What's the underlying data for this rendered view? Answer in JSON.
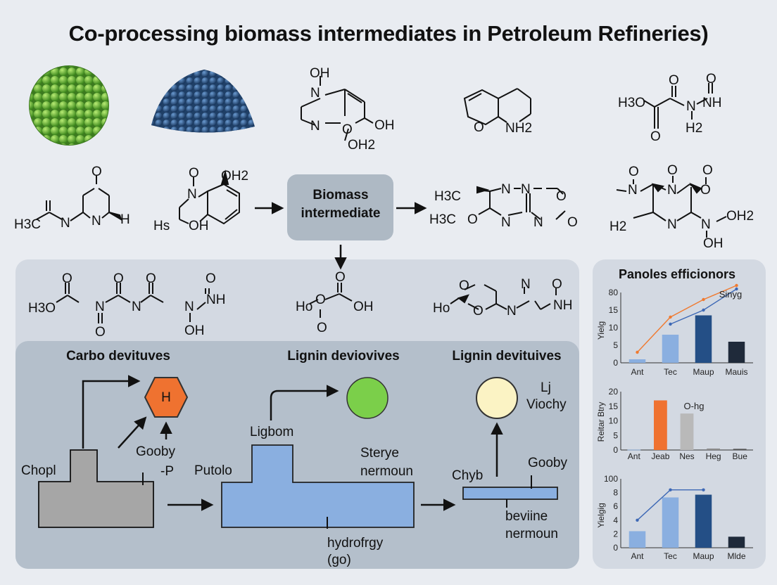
{
  "title": "Co-processing biomass intermediates in Petroleum Refineries)",
  "colors": {
    "background": "#e9ecf1",
    "panel": "#d2d8e1",
    "inner_panel": "#b5c0cc",
    "green_sphere": "#7bc043",
    "blue_sphere": "#2f5a85",
    "orange": "#ef7230",
    "light_blue": "#8aafe0",
    "dark_blue": "#244f86",
    "navy": "#1f2a3a",
    "yellow_circle": "#fbf3c4"
  },
  "molecules": {
    "m1": {
      "oh": "OH",
      "nh": "N",
      "n": "N",
      "oh2": "OH",
      "och": "OH2"
    },
    "m2": {
      "o": "O",
      "nh2": "NH2"
    },
    "m3": {
      "h3o": "H3O",
      "o1": "O",
      "o2": "O",
      "n": "N",
      "nh": "NH",
      "h2": "H2",
      "o3": "O"
    },
    "m4": {
      "o": "O",
      "h3c": "H3C",
      "n1": "N",
      "n2": "N",
      "h": "H"
    },
    "m5": {
      "o": "O",
      "oh2": "OH2",
      "n": "N",
      "h": "Hs",
      "oh": "OH"
    },
    "m6": {
      "h3c1": "H3C",
      "h3c2": "H3C",
      "n1": "N",
      "n2": "N",
      "o1": "O",
      "o2": "O",
      "n3": "N",
      "o3": "O"
    },
    "m7": {
      "o1": "O",
      "o2": "O",
      "o3": "O",
      "n1": "N",
      "n2": "N",
      "n3": "N",
      "o4": "O",
      "oh2": "OH2",
      "h2": "H2",
      "oh": "OH"
    },
    "m8": {
      "h3o": "H3O",
      "o1": "O",
      "o2": "O",
      "o3": "O",
      "n1": "N",
      "n2": "N",
      "o4": "O",
      "n3": "N",
      "nh": "NH",
      "oh": "OH"
    },
    "m9": {
      "ho": "Ho",
      "o1": "O",
      "o2": "O",
      "oh": "OH",
      "o3": "O"
    },
    "m10": {
      "ho": "Ho",
      "o1": "O",
      "o2": "O",
      "n1": "N",
      "n2": "N",
      "o3": "O",
      "nh": "NH"
    }
  },
  "center_box": {
    "line1": "Biomass",
    "line2": "intermediate"
  },
  "bottom": {
    "hdr1": "Carbo devituves",
    "hdr2": "Lignin deviovives",
    "hdr3": "Lignin devituives",
    "hex_label": "H",
    "chopl": "Chopl",
    "gooby1": "Gooby",
    "gooby1_sub": "-P",
    "putolo": "Putolo",
    "ligbom": "Ligbom",
    "sterye": "Sterye",
    "nermoun1": "nermoun",
    "hydro": "hydrofrgy",
    "go": "(go)",
    "chyb": "Chyb",
    "gooby2": "Gooby",
    "beviine": "beviine",
    "nermoun2": "nermoun",
    "lj": "Lj",
    "viochy": "Viochy"
  },
  "side_panel": {
    "title": "Panoles efficionors"
  },
  "chart_data": [
    {
      "type": "bar",
      "categories": [
        "Ant",
        "Tec",
        "Maup",
        "Mauis"
      ],
      "values": [
        1,
        8,
        13.5,
        6
      ],
      "line_series": [
        {
          "name": "",
          "values": [
            3,
            13,
            18,
            22
          ],
          "color": "#f07a30"
        },
        {
          "name": "",
          "values": [
            null,
            11,
            15,
            21
          ],
          "color": "#3d68b5"
        }
      ],
      "ylabel": "Yielg",
      "yticks": [
        "80",
        "15",
        "10",
        "5",
        "0"
      ],
      "ylim": [
        0,
        20
      ],
      "annotation": "Sinyg",
      "bar_colors": [
        "#8aafe0",
        "#8aafe0",
        "#244f86",
        "#1f2a3a"
      ]
    },
    {
      "type": "bar",
      "categories": [
        "Ant",
        "Jeab",
        "Nes",
        "Heg",
        "Bue"
      ],
      "values": [
        0.1,
        17,
        12.5,
        0.5,
        0.4
      ],
      "ylabel": "Reitar Btry",
      "yticks": [
        "20",
        "15",
        "10",
        "5",
        "0"
      ],
      "ylim": [
        0,
        20
      ],
      "annotation": "O-hg",
      "bar_colors": [
        "#8aafe0",
        "#ef7230",
        "#b9b9b9",
        "#8c8c8c",
        "#555555"
      ]
    },
    {
      "type": "bar",
      "categories": [
        "Ant",
        "Tec",
        "Maup",
        "Mlde"
      ],
      "values": [
        2.4,
        7.3,
        7.7,
        1.6
      ],
      "line_series": [
        {
          "name": "",
          "values": [
            4,
            8.4,
            8.4,
            null
          ],
          "color": "#3d68b5"
        }
      ],
      "ylabel": "Yielgig",
      "yticks": [
        "100",
        "8",
        "6",
        "4",
        "2",
        "0"
      ],
      "ylim": [
        0,
        10
      ],
      "bar_colors": [
        "#8aafe0",
        "#8aafe0",
        "#244f86",
        "#1f2a3a"
      ]
    }
  ]
}
